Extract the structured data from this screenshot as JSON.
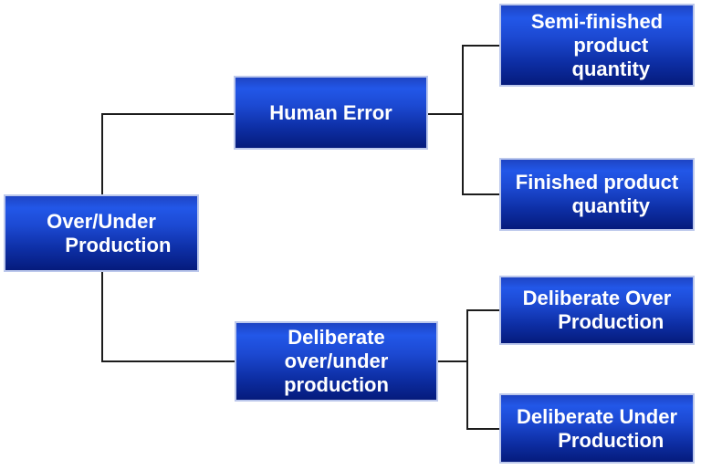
{
  "diagram": {
    "type": "tree",
    "background_color": "#ffffff",
    "connector_color": "#1c1c1c",
    "node_colors": {
      "fill_top": "#2257e8",
      "fill_bottom": "#051b7c",
      "border": "#bcc8ec",
      "text": "#ffffff"
    },
    "nodes": {
      "root": {
        "label": "Over/Under\n      Production"
      },
      "human": {
        "label": "Human Error"
      },
      "semi": {
        "label": "Semi-finished\n     product\n     quantity"
      },
      "finished": {
        "label": "Finished product\n     quantity"
      },
      "delib": {
        "label": "Deliberate\nover/under\nproduction"
      },
      "dover": {
        "label": "Deliberate Over\n     Production"
      },
      "dunder": {
        "label": "Deliberate Under\n     Production"
      }
    },
    "edges": [
      {
        "from": "Over/Under Production",
        "to": "Human Error"
      },
      {
        "from": "Human Error",
        "to": "Semi-finished product quantity"
      },
      {
        "from": "Human Error",
        "to": "Finished product quantity"
      },
      {
        "from": "Over/Under Production",
        "to": "Deliberate over/under production"
      },
      {
        "from": "Deliberate over/under production",
        "to": "Deliberate Over Production"
      },
      {
        "from": "Deliberate over/under production",
        "to": "Deliberate Under Production"
      }
    ]
  }
}
